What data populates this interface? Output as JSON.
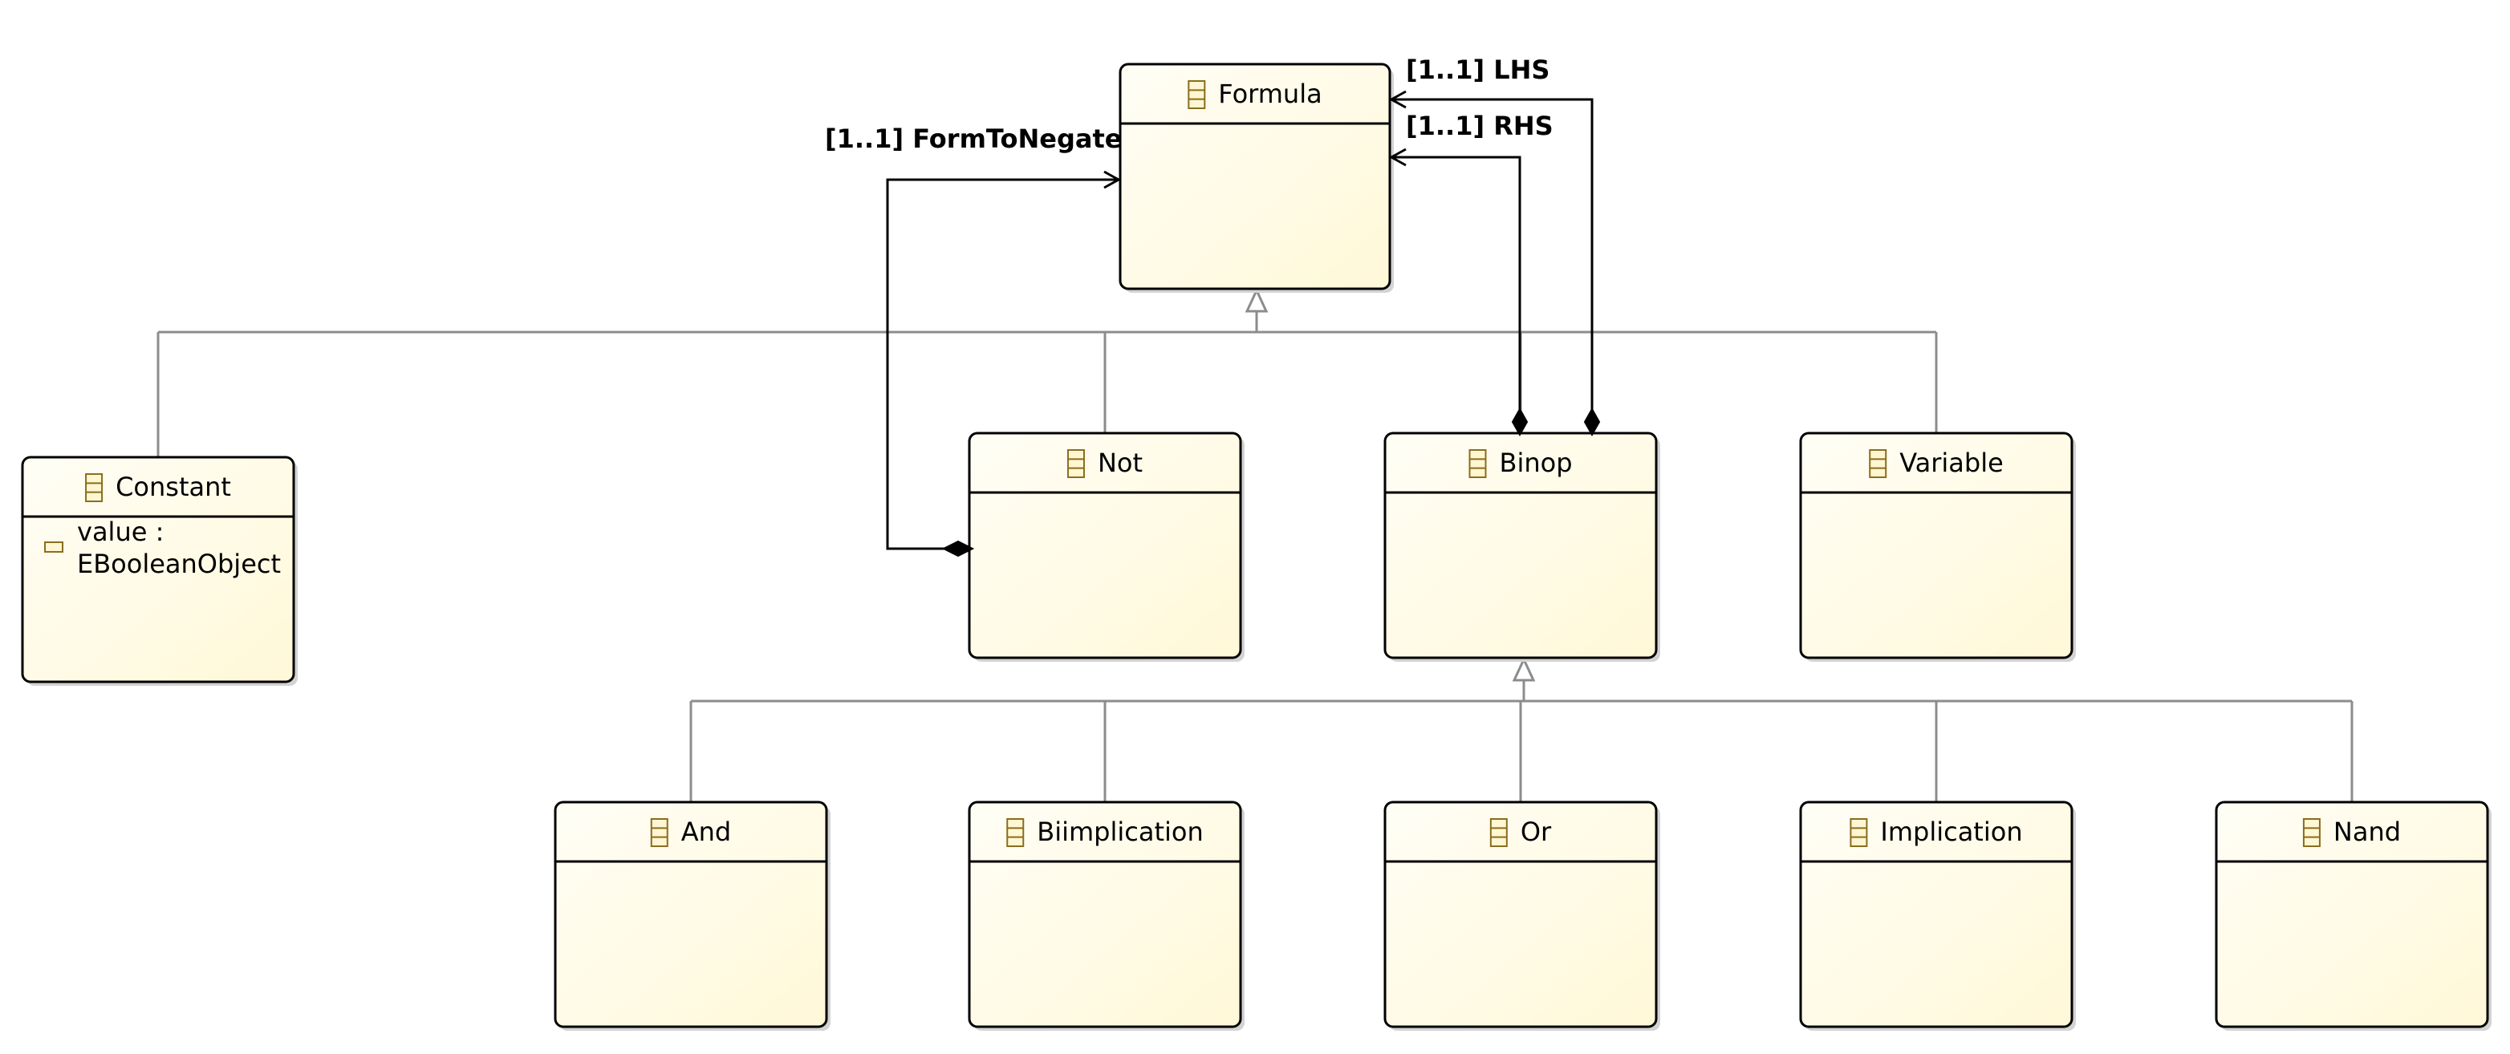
{
  "classes": [
    {
      "id": "formula",
      "name": "Formula",
      "attributes": []
    },
    {
      "id": "constant",
      "name": "Constant",
      "attributes": [
        {
          "lines": [
            "value :",
            "EBooleanObject"
          ]
        }
      ]
    },
    {
      "id": "not",
      "name": "Not",
      "attributes": []
    },
    {
      "id": "binop",
      "name": "Binop",
      "attributes": []
    },
    {
      "id": "variable",
      "name": "Variable",
      "attributes": []
    },
    {
      "id": "and",
      "name": "And",
      "attributes": []
    },
    {
      "id": "biimplication",
      "name": "Biimplication",
      "attributes": []
    },
    {
      "id": "or",
      "name": "Or",
      "attributes": []
    },
    {
      "id": "implication",
      "name": "Implication",
      "attributes": []
    },
    {
      "id": "nand",
      "name": "Nand",
      "attributes": []
    }
  ],
  "references": [
    {
      "id": "lhs",
      "from": "binop",
      "to": "formula",
      "label": "[1..1] LHS",
      "kind": "containment"
    },
    {
      "id": "rhs",
      "from": "binop",
      "to": "formula",
      "label": "[1..1] RHS",
      "kind": "containment"
    },
    {
      "id": "formtonegate",
      "from": "not",
      "to": "formula",
      "label": "[1..1] FormToNegate",
      "kind": "containment"
    }
  ],
  "generalizations": [
    {
      "parent": "formula",
      "children": [
        "constant",
        "not",
        "binop",
        "variable"
      ]
    },
    {
      "parent": "binop",
      "children": [
        "and",
        "biimplication",
        "or",
        "implication",
        "nand"
      ]
    }
  ],
  "icons": {
    "class": "eclass-icon",
    "attribute": "eattribute-icon"
  },
  "colors": {
    "box_fill_light": "#fffef6",
    "box_fill_dark": "#fff8d8",
    "icon_stroke": "#8a6d1e",
    "generalization": "#8c8c8c",
    "reference": "#000000"
  }
}
